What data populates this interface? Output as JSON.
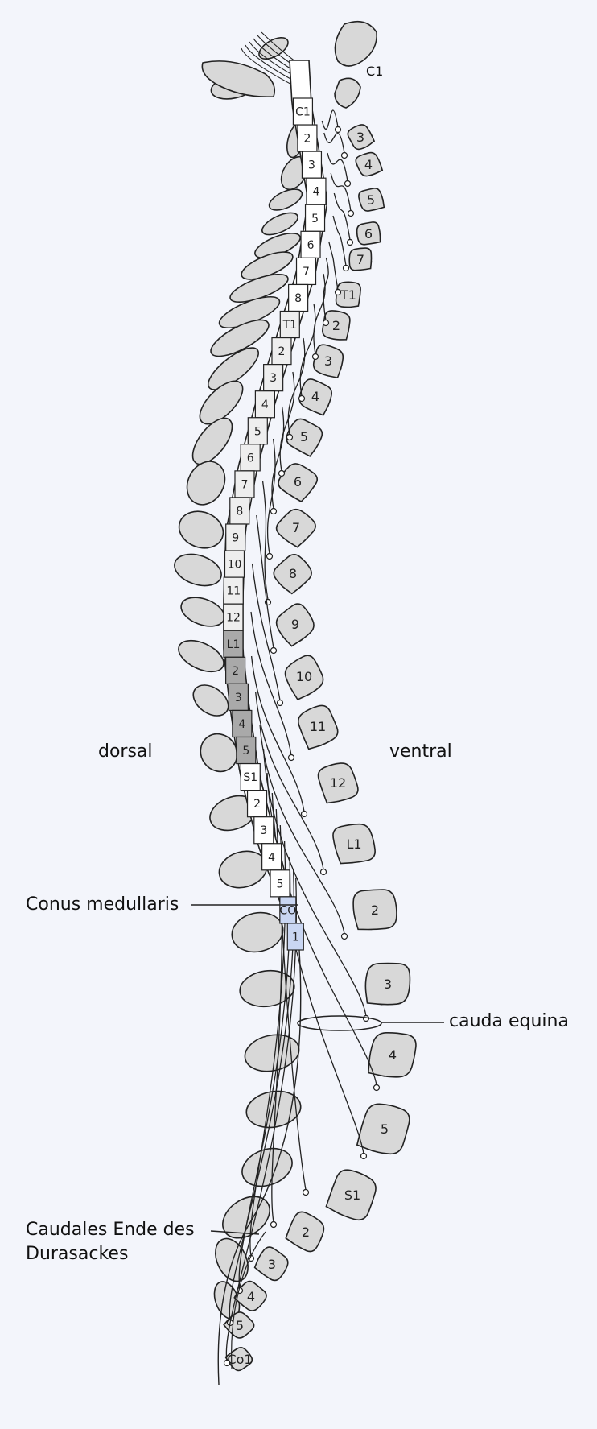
{
  "labels": {
    "dorsal": "dorsal",
    "ventral": "ventral",
    "conus": "Conus medullaris",
    "cauda": "cauda equina",
    "dura_line1": "Caudales Ende des",
    "dura_line2": "Durasackes",
    "c1_top": "C1"
  },
  "segments": [
    "C1",
    "2",
    "3",
    "4",
    "5",
    "6",
    "7",
    "8",
    "T1",
    "2",
    "3",
    "4",
    "5",
    "6",
    "7",
    "8",
    "9",
    "10",
    "11",
    "12",
    "L1",
    "2",
    "3",
    "4",
    "5",
    "S1",
    "2",
    "3",
    "4",
    "5",
    "CO",
    "1"
  ],
  "vertebrae": [
    "3",
    "4",
    "5",
    "6",
    "7",
    "T1",
    "2",
    "3",
    "4",
    "5",
    "6",
    "7",
    "8",
    "9",
    "10",
    "11",
    "12",
    "L1",
    "2",
    "3",
    "4",
    "5",
    "S1",
    "2",
    "3",
    "4",
    "5",
    "Co1"
  ],
  "colors": {
    "background": "#f3f5fb",
    "bone": "#d8d8d8",
    "outline": "#222222",
    "thoracic_segment": "#eeeeee",
    "lumbar_segment": "#a9a9a9",
    "conus": "#c9d6f2"
  }
}
